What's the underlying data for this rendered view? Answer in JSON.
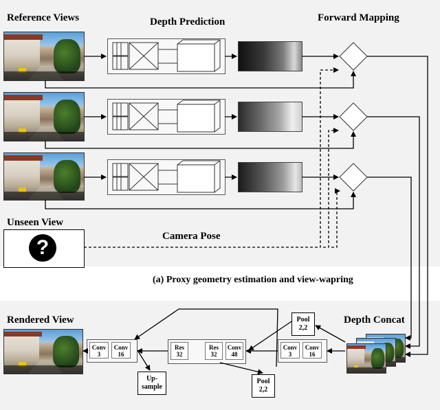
{
  "top_section": {
    "title_reference_views": "Reference Views",
    "title_depth_prediction": "Depth Prediction",
    "title_forward_mapping": "Forward Mapping",
    "title_unseen_view": "Unseen View",
    "title_camera_pose": "Camera Pose",
    "unseen_symbol": "?",
    "caption": "(a) Proxy geometry estimation and view-wapring"
  },
  "bottom_section": {
    "title_rendered_view": "Rendered View",
    "title_depth_concat": "Depth Concat",
    "decoder_blocks": [
      {
        "line1": "Conv",
        "line2": "3"
      },
      {
        "line1": "Conv",
        "line2": "16"
      }
    ],
    "middle_blocks": [
      {
        "line1": "Res",
        "line2": "32"
      },
      {
        "line1": "Res",
        "line2": "32"
      },
      {
        "line1": "Conv",
        "line2": "48"
      }
    ],
    "encoder_blocks": [
      {
        "line1": "Conv",
        "line2": "3"
      },
      {
        "line1": "Conv",
        "line2": "16"
      }
    ],
    "upsample": {
      "line1": "Up-",
      "line2": "sample"
    },
    "pool_top": {
      "line1": "Pool",
      "line2": "2,2"
    },
    "pool_bottom": {
      "line1": "Pool",
      "line2": "2,2"
    }
  },
  "colors": {
    "panel_background": "#f2f2f2",
    "arrow": "#000000"
  }
}
